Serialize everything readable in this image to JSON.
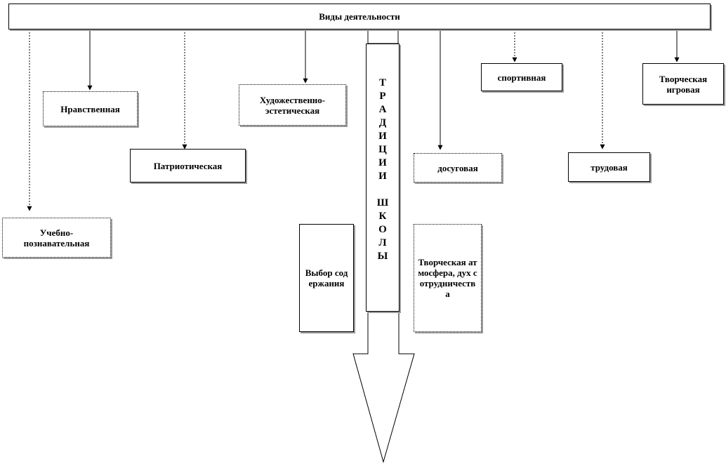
{
  "diagram": {
    "header": "Виды деятельности",
    "activities": [
      {
        "id": "nravstvennaya",
        "label": "Нравственная"
      },
      {
        "id": "patrioticheskaya",
        "label": "Патриотическая"
      },
      {
        "id": "uchebno",
        "label": "Учебно-познавательная"
      },
      {
        "id": "khudozhestvenno",
        "label": "Художественно-эстетическая"
      },
      {
        "id": "dosugovaya",
        "label": "досуговая"
      },
      {
        "id": "sportivnaya",
        "label": "спортивная"
      },
      {
        "id": "trudovaya",
        "label": "трудовая"
      },
      {
        "id": "tvorcheskaya_igrovaya",
        "label": "Творческая игровая"
      }
    ],
    "arrow_text": {
      "word1": [
        "Т",
        "Р",
        "А",
        "Д",
        "И",
        "Ц",
        "И",
        "И"
      ],
      "word2": [
        "Ш",
        "К",
        "О",
        "Л",
        "Ы"
      ]
    },
    "side_boxes": {
      "left": "Выбор содержания",
      "right": "Творческая атмосфера, дух сотрудничества"
    }
  }
}
